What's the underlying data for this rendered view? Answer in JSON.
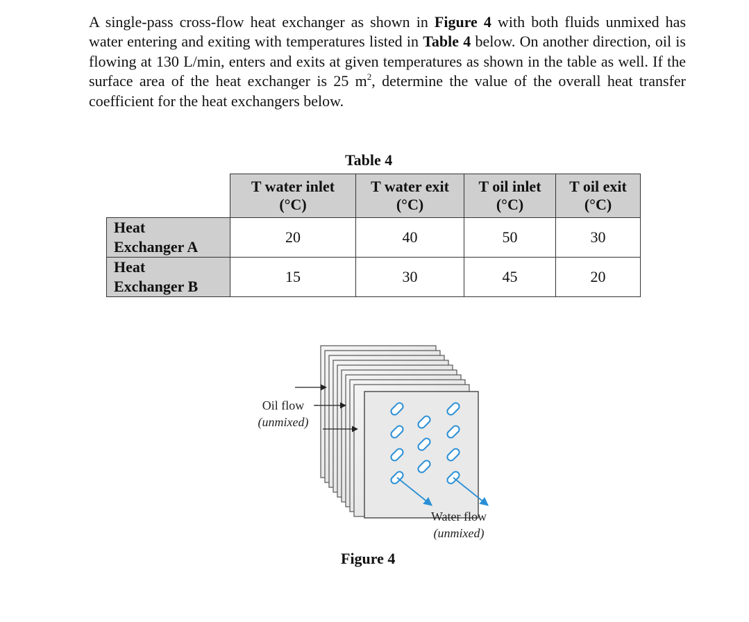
{
  "problem": {
    "p1": "A single-pass cross-flow heat exchanger as shown in ",
    "fig_ref": "Figure 4",
    "p2": " with both fluids unmixed has water entering and exiting with temperatures listed in ",
    "table_ref": "Table 4",
    "p3": " below. On another direction, oil is flowing at 130 L/min, enters and exits at given temperatures as shown in the table as well. If the surface area of the heat exchanger is 25 m",
    "sup": "2",
    "p4": ", determine the value of the overall heat transfer coefficient for the heat exchangers below."
  },
  "table": {
    "caption": "Table 4",
    "headers": [
      {
        "line1": "T water inlet",
        "line2": "(°C)"
      },
      {
        "line1": "T water exit",
        "line2": "(°C)"
      },
      {
        "line1": "T oil inlet",
        "line2": "(°C)"
      },
      {
        "line1": "T oil exit",
        "line2": "(°C)"
      }
    ],
    "rows": [
      {
        "label1": "Heat",
        "label2": "Exchanger A",
        "values": [
          "20",
          "40",
          "50",
          "30"
        ]
      },
      {
        "label1": "Heat",
        "label2": "Exchanger B",
        "values": [
          "15",
          "30",
          "45",
          "20"
        ]
      }
    ]
  },
  "figure": {
    "oil_label": "Oil flow",
    "oil_note": "(unmixed)",
    "water_label": "Water flow",
    "water_note": "(unmixed)",
    "caption": "Figure 4",
    "arrow_color": "#2a8fd6"
  }
}
